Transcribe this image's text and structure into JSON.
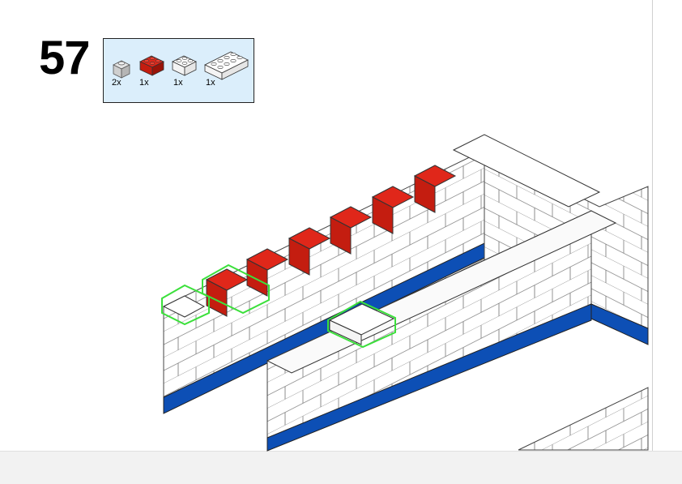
{
  "step": {
    "number": "57"
  },
  "parts_list": [
    {
      "name": "light-gray-brick-1x1",
      "qty": "2x",
      "color": "#c8c8c8"
    },
    {
      "name": "red-brick-2x2",
      "qty": "1x",
      "color": "#cc1f12"
    },
    {
      "name": "white-brick-2x2",
      "qty": "1x",
      "color": "#ffffff"
    },
    {
      "name": "white-brick-2x4",
      "qty": "1x",
      "color": "#ffffff"
    }
  ],
  "colors": {
    "parts_box_bg": "#dbeefb",
    "wall": "#ffffff",
    "base_blue": "#0d4fb5",
    "red_bricks": "#cc1f12",
    "highlight": "#3be03b"
  }
}
